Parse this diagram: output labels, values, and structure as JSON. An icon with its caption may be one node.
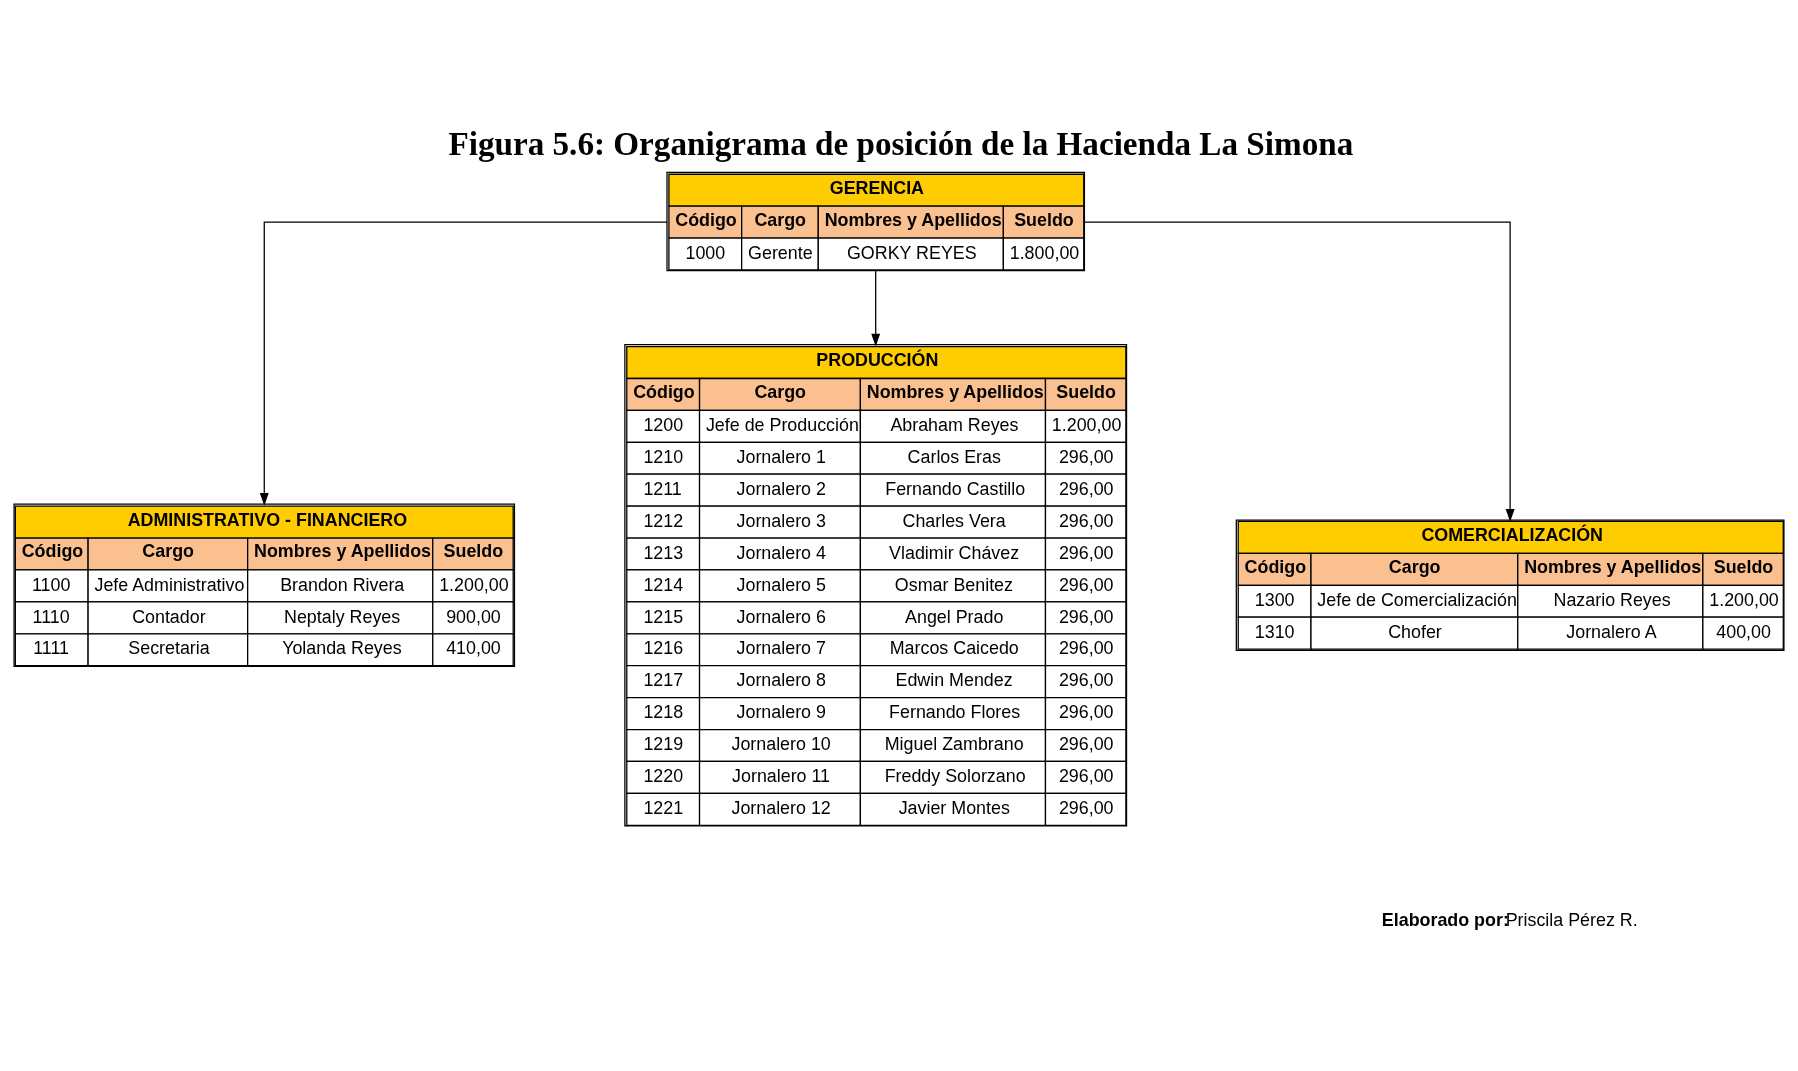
{
  "diagram": {
    "title": "Figura 5.6: Organigrama de posición de la Hacienda La Simona",
    "nodes": [
      {
        "text": [
          "GERENCIA",
          "Código",
          "Cargo",
          "Nombres y Apellidos",
          "Sueldo",
          "1000",
          "Gerente",
          "GORKY REYES",
          "1.800,00"
        ]
      },
      {
        "text": [
          "ADMINISTRATIVO - FINANCIERO",
          "Código",
          "Cargo",
          "Nombres y Apellidos",
          "Sueldo",
          "1100",
          "Jefe Administrativo",
          "Brandon Rivera",
          "1.200,00",
          "1110",
          "Contador",
          "Neptaly Reyes",
          "900,00",
          "1111",
          "Secretaria",
          "Yolanda Reyes",
          "410,00"
        ]
      },
      {
        "text": [
          "PRODUCCIÓN",
          "Código",
          "Cargo",
          "Nombres y Apellidos",
          "Sueldo",
          "1200",
          "Jefe de Producción",
          "Abraham Reyes",
          "1.200,00",
          "1210",
          "Jornalero 1",
          "Carlos Eras",
          "296,00",
          "1211",
          "Jornalero 2",
          "Fernando Castillo",
          "296,00",
          "1212",
          "Jornalero 3",
          "Charles Vera",
          "296,00",
          "1213",
          "Jornalero 4",
          "Vladimir Chávez",
          "296,00",
          "1214",
          "Jornalero 5",
          "Osmar Benitez",
          "296,00",
          "1215",
          "Jornalero 6",
          "Angel Prado",
          "296,00",
          "1216",
          "Jornalero 7",
          "Marcos Caicedo",
          "296,00",
          "1217",
          "Jornalero 8",
          "Edwin Mendez",
          "296,00",
          "1218",
          "Jornalero 9",
          "Fernando Flores",
          "296,00",
          "1219",
          "Jornalero 10",
          "Miguel Zambrano",
          "296,00",
          "1220",
          "Jornalero 11",
          "Freddy Solorzano",
          "296,00",
          "1221",
          "Jornalero 12",
          "Javier Montes",
          "296,00"
        ]
      },
      {
        "text": [
          "COMERCIALIZACIÓN",
          "Código",
          "Cargo",
          "Nombres y Apellidos",
          "Sueldo",
          "1300",
          "Jefe de Comercialización",
          "Nazario Reyes",
          "1.200,00",
          "1310",
          "Chofer",
          "Jornalero A",
          "400,00"
        ]
      }
    ],
    "edges": [
      {
        "from": 0,
        "to": 1,
        "arrow": "to"
      },
      {
        "from": 0,
        "to": 2,
        "arrow": "to"
      },
      {
        "from": 0,
        "to": 3,
        "arrow": "to"
      }
    ],
    "labels": [
      "Elaborado por:",
      "Priscila Pérez R."
    ]
  }
}
